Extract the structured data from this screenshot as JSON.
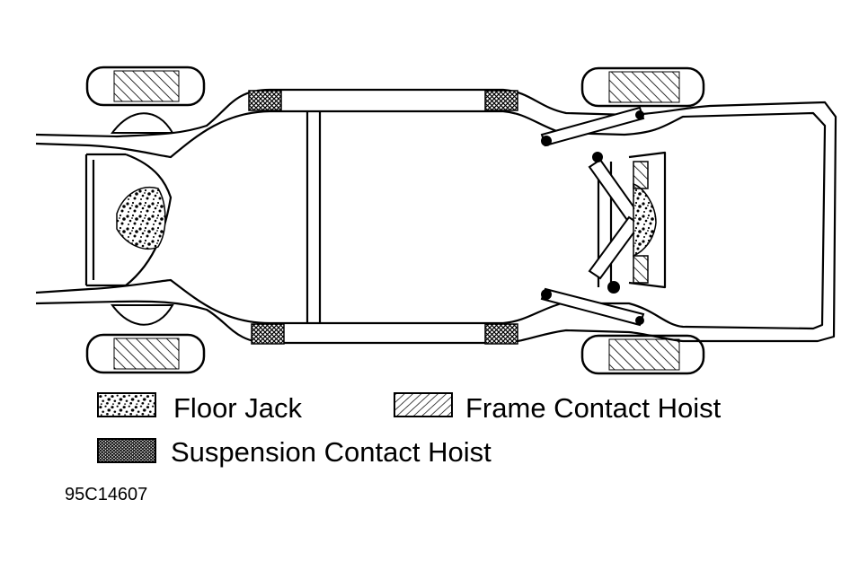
{
  "figure": {
    "code": "95C14607"
  },
  "legend": {
    "floor_jack": "Floor Jack",
    "frame_contact_hoist": "Frame Contact Hoist",
    "suspension_contact_hoist": "Suspension Contact Hoist"
  },
  "colors": {
    "line": "#000000",
    "background": "#ffffff"
  }
}
